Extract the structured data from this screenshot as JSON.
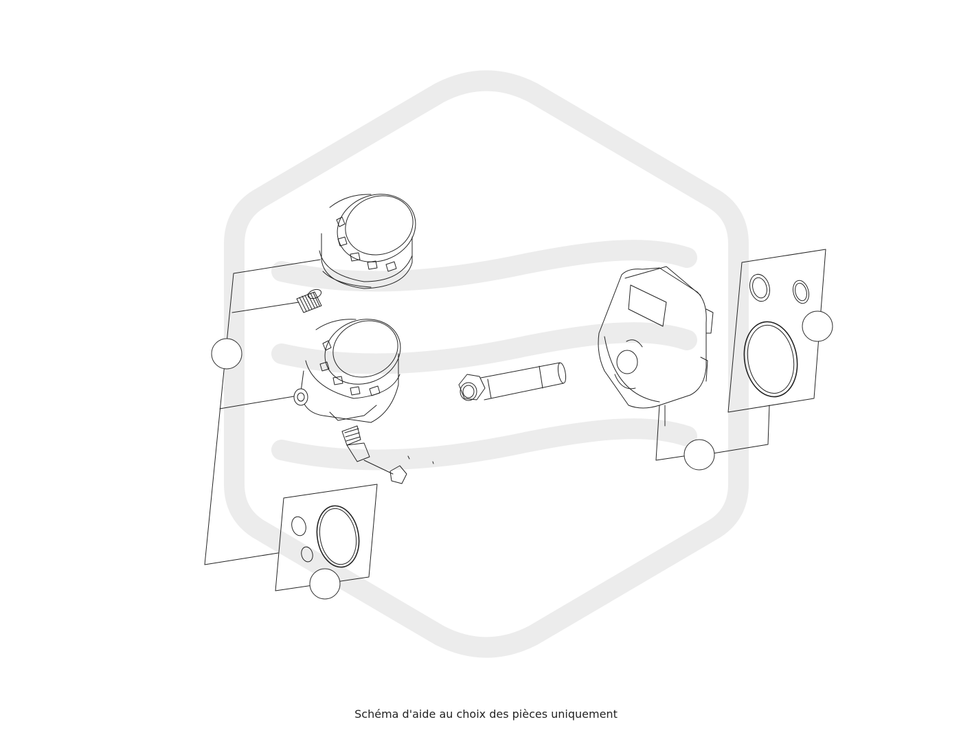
{
  "caption": "Schéma d'aide au choix des pièces uniquement",
  "callouts": [
    {
      "id": "callout-left",
      "label": ""
    },
    {
      "id": "callout-bottom-left",
      "label": ""
    },
    {
      "id": "callout-center-right",
      "label": ""
    },
    {
      "id": "callout-right",
      "label": ""
    }
  ],
  "colors": {
    "line": "#222222",
    "watermark": "#ececec",
    "background": "#ffffff"
  }
}
